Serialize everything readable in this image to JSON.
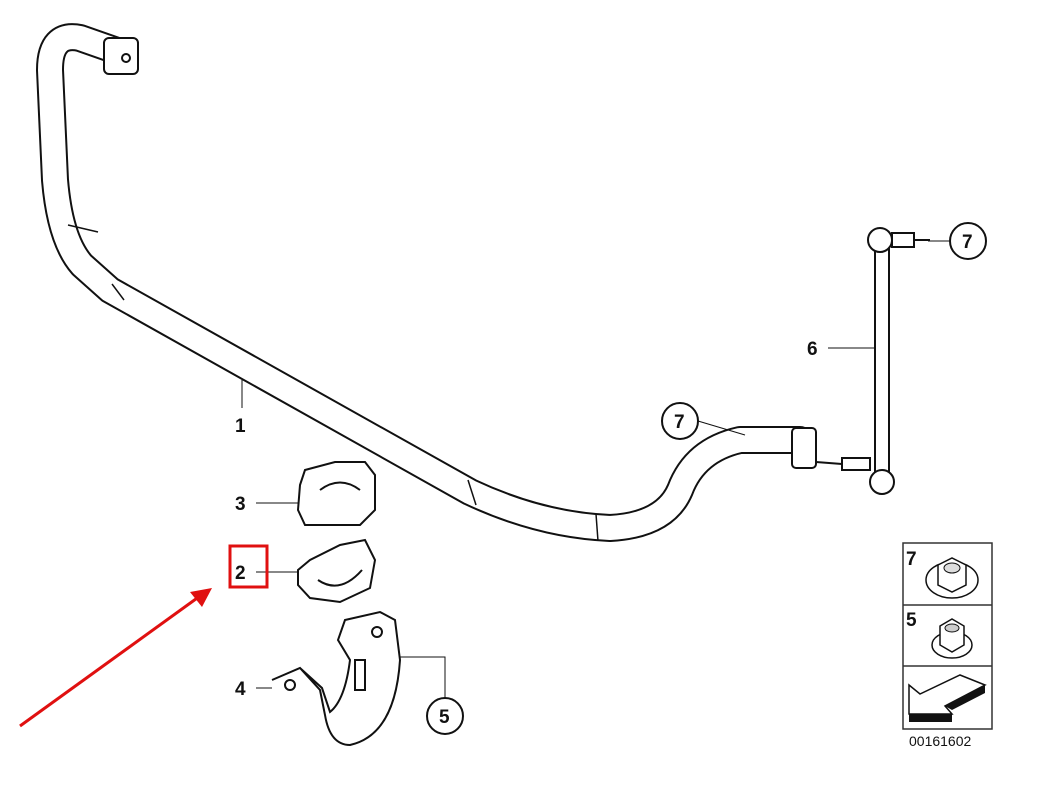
{
  "diagram": {
    "callouts": {
      "part1": "1",
      "part2": "2",
      "part3": "3",
      "part4": "4",
      "part5": "5",
      "part6": "6",
      "part7_top": "7",
      "part7_mid": "7"
    },
    "legend_box": {
      "nut7_label": "7",
      "nut5_label": "5"
    },
    "diagram_number": "00161602",
    "highlight_color": "#e01010"
  }
}
